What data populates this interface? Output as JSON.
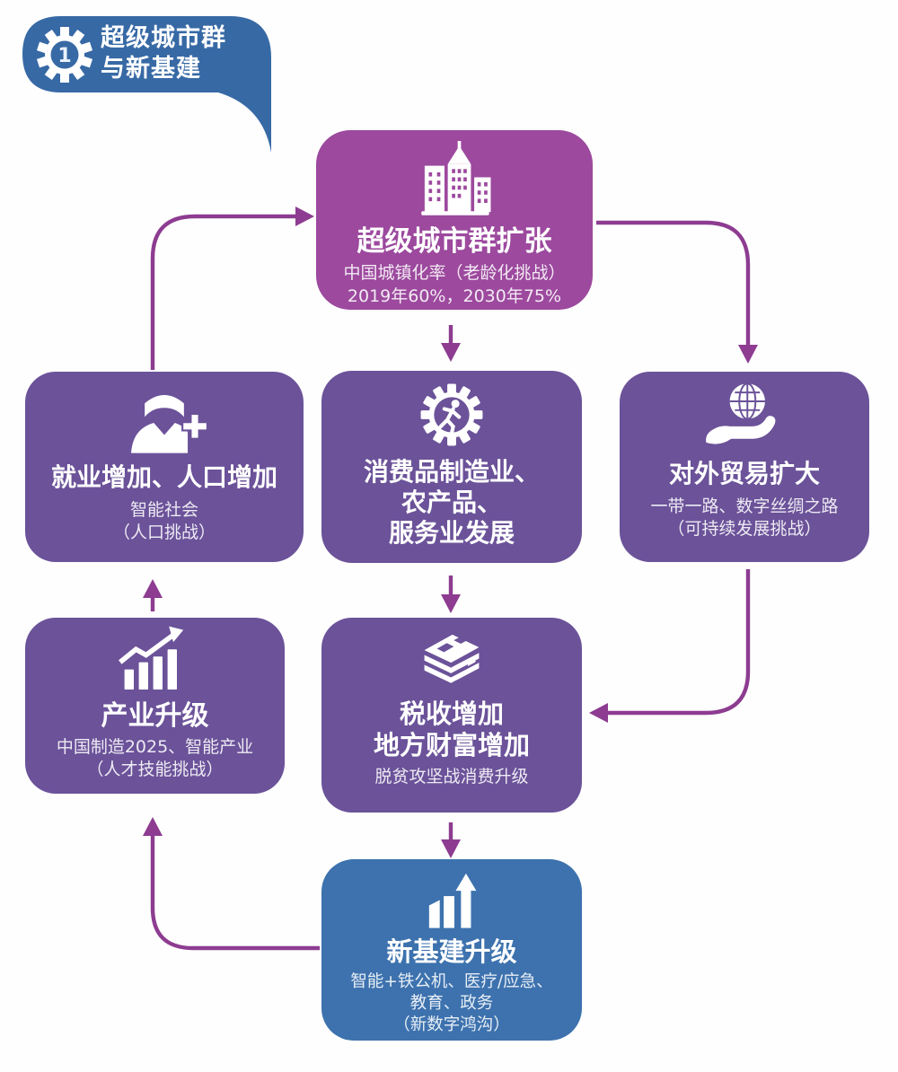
{
  "legend_badge": {
    "number": "1",
    "line1": "超级城市群",
    "line2": "与新基建"
  },
  "nodes": {
    "expansion": {
      "title": "超级城市群扩张",
      "subtitle1": "中国城镇化率（老龄化挑战）",
      "subtitle2": "2019年60%，2030年75%"
    },
    "employment": {
      "title": "就业增加、人口增加",
      "subtitle1": "智能社会",
      "subtitle2": "（人口挑战）"
    },
    "consumption": {
      "title1": "消费品制造业、",
      "title2": "农产品、",
      "title3": "服务业发展"
    },
    "trade": {
      "title": "对外贸易扩大",
      "subtitle1": "一带一路、数字丝绸之路",
      "subtitle2": "（可持续发展挑战）"
    },
    "industry": {
      "title": "产业升级",
      "subtitle1": "中国制造2025、智能产业",
      "subtitle2": "（人才技能挑战）"
    },
    "tax": {
      "title1": "税收增加",
      "title2": "地方财富增加",
      "subtitle1": "脱贫攻坚战消费升级"
    },
    "infrastructure": {
      "title": "新基建升级",
      "subtitle1": "智能+铁公机、医疗/应急、",
      "subtitle2": "教育、政务",
      "subtitle3": "（新数字鸿沟）"
    }
  },
  "colors": {
    "magenta": "#9c499e",
    "purple": "#6b5299",
    "blue": "#3d72ae",
    "badge_blue": "#3769a5",
    "arrow": "#8d3c91"
  }
}
